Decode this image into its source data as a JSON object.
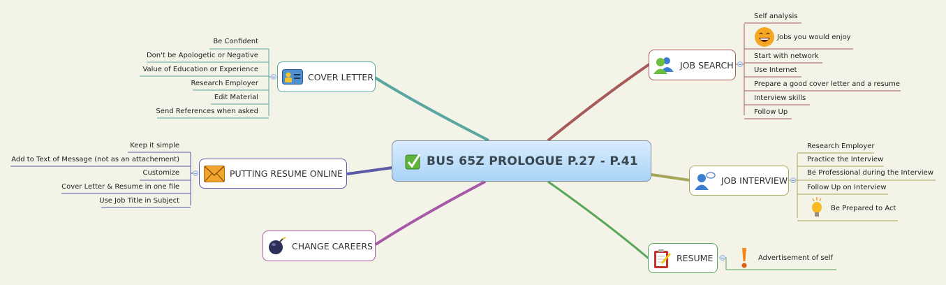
{
  "central": {
    "title": "BUS 65Z PROLOGUE P.27 - P.41",
    "icon": "checkbox-icon"
  },
  "topics": {
    "cover_letter": {
      "label": "COVER LETTER",
      "icon": "id-card-icon",
      "color": "#5aa6a0",
      "items": [
        "Be Confident",
        "Don't be Apologetic or Negative",
        "Value of Education or Experience",
        "Research Employer",
        "Edit Material",
        "Send References when asked"
      ]
    },
    "putting_resume_online": {
      "label": "PUTTING RESUME ONLINE",
      "icon": "envelope-icon",
      "color": "#5a5aa6",
      "items": [
        "Keep it simple",
        "Add to Text of Message (not as an attachement)",
        "Customize",
        "Cover Letter & Resume in one file",
        "Use Job Title in Subject"
      ]
    },
    "change_careers": {
      "label": "CHANGE CAREERS",
      "icon": "bomb-icon",
      "color": "#a65aa6"
    },
    "job_search": {
      "label": "JOB SEARCH",
      "icon": "users-icon",
      "color": "#a65a5a",
      "items": [
        "Self analysis",
        "Jobs you would enjoy",
        "Start with network",
        "Use Internet",
        "Prepare a good cover letter and a resume",
        "Interview skills",
        "Follow Up"
      ]
    },
    "job_interview": {
      "label": "JOB INTERVIEW",
      "icon": "user-chat-icon",
      "color": "#a6a65a",
      "items": [
        "Research Employer",
        "Practice the Interview",
        "Be Professional during the Interview",
        "Follow Up on Interview",
        "Be Prepared to Act"
      ]
    },
    "resume": {
      "label": "RESUME",
      "icon": "clipboard-icon",
      "color": "#5aa65a",
      "items": [
        "Advertisement of self"
      ]
    }
  }
}
